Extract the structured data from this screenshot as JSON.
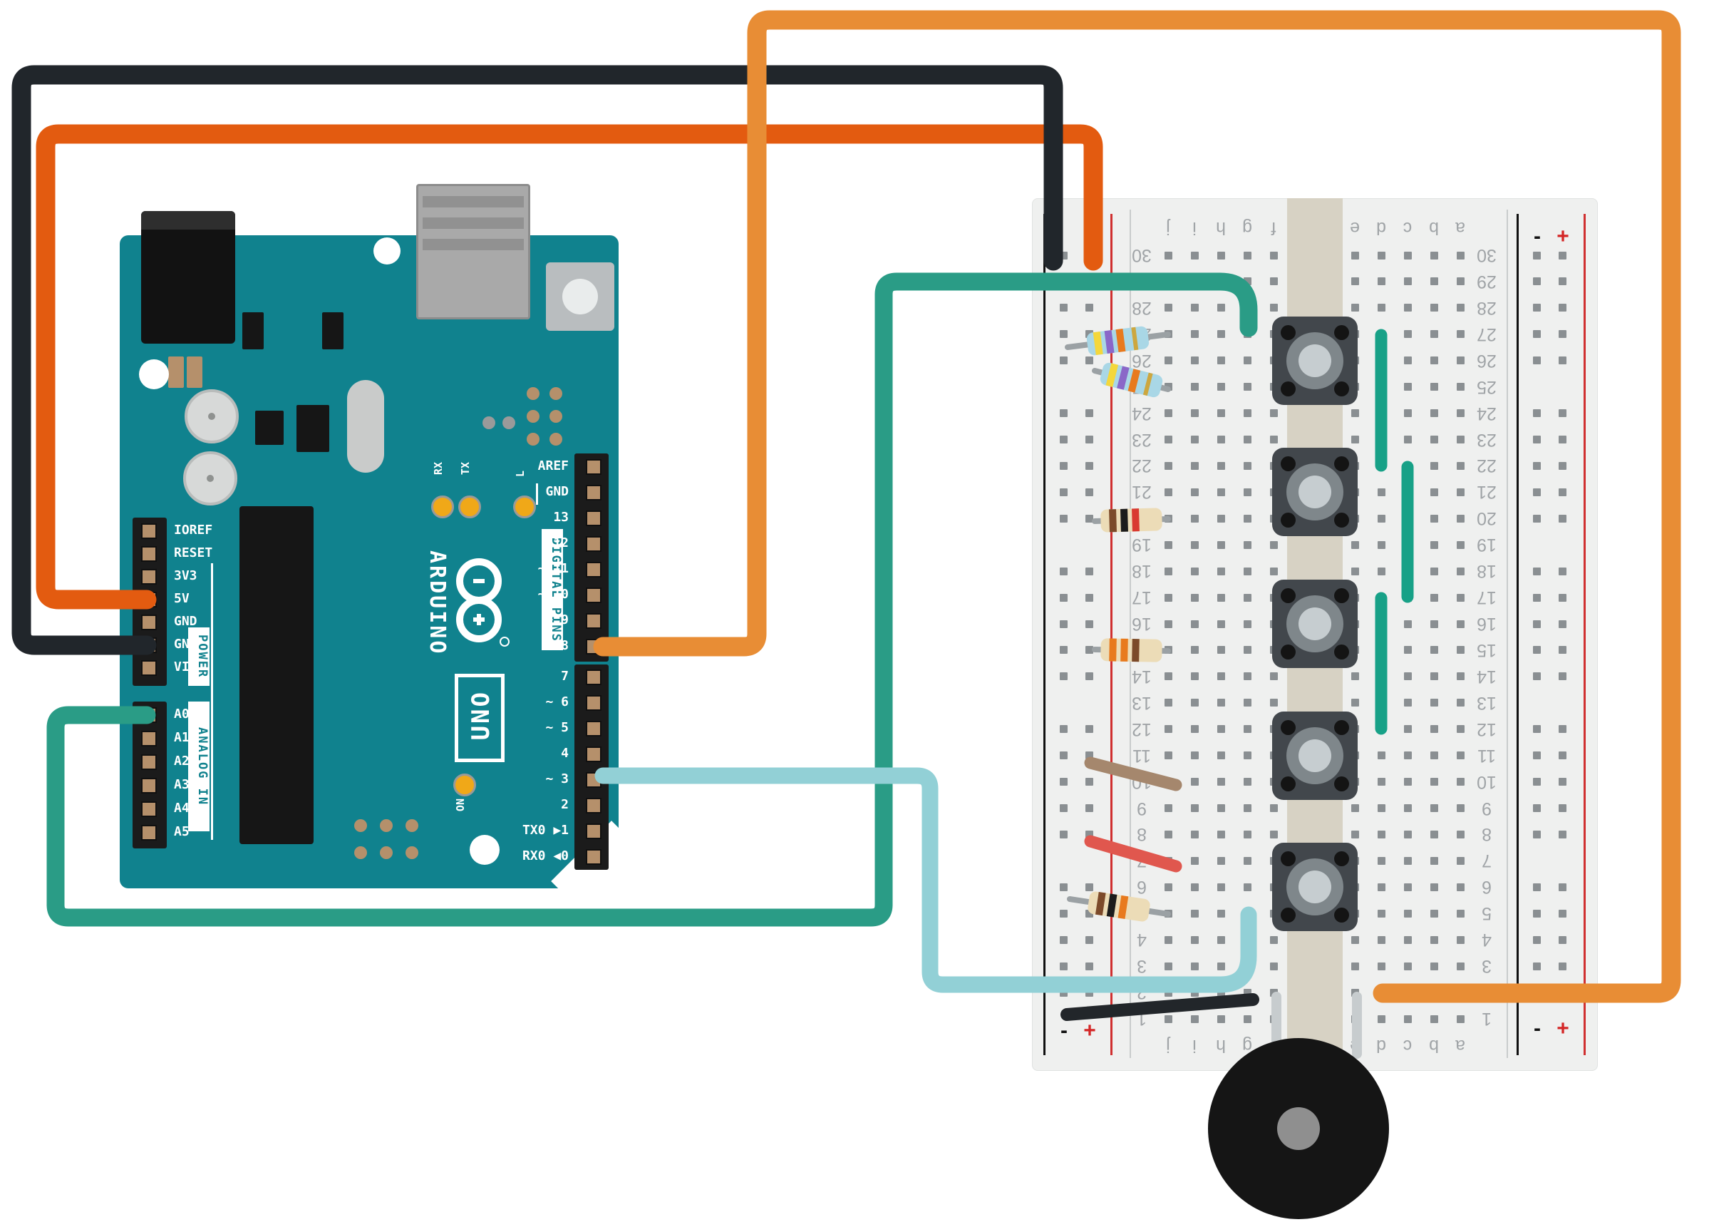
{
  "arduino": {
    "brand": "ARDUINO",
    "model": "UNO",
    "board_color": "#10828e",
    "labels": {
      "digital_pins": "DIGITAL PINS",
      "power": "POWER",
      "analog_in": "ANALOG IN",
      "on_led": "ON",
      "l_led": "L",
      "rx_led": "RX",
      "tx_led": "TX",
      "registered": "®"
    },
    "right_header_top": [
      "AREF",
      "GND",
      "13",
      "12",
      "~ 11",
      "~ 10",
      "~ 9",
      "8"
    ],
    "right_header_bottom": [
      "7",
      "~ 6",
      "~ 5",
      "4",
      "~ 3",
      "2",
      "TX0 ▶1",
      "RX0 ◀0"
    ],
    "left_power": [
      "IOREF",
      "RESET",
      "3V3",
      "5V",
      "GND",
      "GND",
      "VIN"
    ],
    "left_analog": [
      "A0",
      "A1",
      "A2",
      "A3",
      "A4",
      "A5"
    ]
  },
  "breadboard": {
    "rows": 30,
    "row_numbers_top_to_bottom": [
      30,
      29,
      28,
      27,
      26,
      25,
      24,
      23,
      22,
      21,
      20,
      19,
      18,
      17,
      16,
      15,
      14,
      13,
      12,
      11,
      10,
      9,
      8,
      7,
      6,
      5,
      4,
      3,
      2,
      1
    ],
    "left_section_letters": [
      "j",
      "i",
      "h",
      "g",
      "f"
    ],
    "right_section_letters": [
      "e",
      "d",
      "c",
      "b",
      "a"
    ],
    "rail_labels": {
      "minus": "-",
      "plus": "+"
    },
    "orientation": "rotated-180",
    "colors": {
      "body": "#eff0ef",
      "hole": "#8a8f92",
      "gap": "#d7d2c4",
      "rail_red_line": "#d03030",
      "rail_black_line": "#101010",
      "text": "#a0a4a7",
      "marker_plus": "#d42626",
      "marker_minus": "#111111"
    }
  },
  "components": {
    "buttons": {
      "count": 5,
      "color": "#42474c",
      "locations": [
        "rows 25-27",
        "rows 20-22",
        "rows 15-17",
        "rows 10-12",
        "rows 5-7"
      ]
    },
    "resistors": [
      {
        "body": "light-blue",
        "bands": [
          "yellow",
          "violet",
          "orange",
          "gold"
        ],
        "location": "left rail - to j27"
      },
      {
        "body": "light-blue",
        "bands": [
          "yellow",
          "violet",
          "orange",
          "gold"
        ],
        "location": "left rail + to j25"
      },
      {
        "body": "beige",
        "bands": [
          "brown",
          "black",
          "red"
        ],
        "location": "left rail + to j20"
      },
      {
        "body": "beige",
        "bands": [
          "orange",
          "orange",
          "brown"
        ],
        "location": "left rail + to j15"
      },
      {
        "body": "beige",
        "bands": [
          "brown",
          "black",
          "orange"
        ],
        "location": "left rail - to j5"
      }
    ],
    "green_jumpers": [
      {
        "color": "#17a187",
        "location": "d27 to d22"
      },
      {
        "color": "#17a187",
        "location": "c22 to c17"
      },
      {
        "color": "#17a187",
        "location": "d17 to d12"
      }
    ],
    "wire_jumpers": [
      {
        "color": "#a5876d",
        "location": "left rail + to j10"
      },
      {
        "color": "#e0574e",
        "location": "left rail + to j7"
      },
      {
        "color": "#22262a",
        "location": "left rail - to g2"
      }
    ],
    "buzzer": {
      "color": "#151515",
      "center_color": "#8f8f8f",
      "location": "below breadboard, legs into f2 / e2"
    }
  },
  "wires": [
    {
      "id": "w5v",
      "color": "#e35b10",
      "from": "Arduino 5V",
      "to": "breadboard left rail +"
    },
    {
      "id": "wgnd",
      "color": "#21262b",
      "from": "Arduino GND",
      "to": "breadboard left rail -"
    },
    {
      "id": "wa0",
      "color": "#2a9c86",
      "from": "Arduino A0",
      "to": "breadboard g27"
    },
    {
      "id": "wd3",
      "color": "#92d0d6",
      "from": "Arduino pin ~3",
      "to": "breadboard g5"
    },
    {
      "id": "wd8",
      "color": "#e88d35",
      "from": "Arduino pin 8",
      "to": "breadboard d2"
    }
  ]
}
